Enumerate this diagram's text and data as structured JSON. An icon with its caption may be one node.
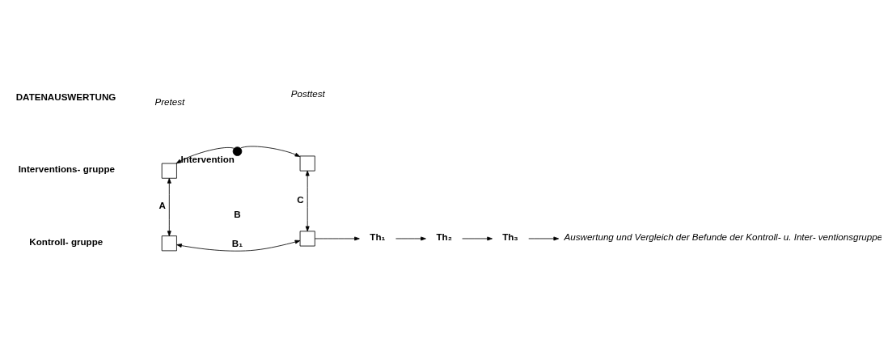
{
  "diagram": {
    "nodes": [
      {
        "text": [],
        "shape": "box"
      },
      {
        "text": [],
        "shape": "circle",
        "beside": [
          "Intervention"
        ]
      },
      {
        "text": [],
        "shape": "box"
      },
      {
        "text": [],
        "shape": "box"
      },
      {
        "text": [],
        "shape": "box"
      },
      {
        "text": [
          "Th₁"
        ]
      },
      {
        "text": [
          "Th₂"
        ]
      },
      {
        "text": [
          "Th₃"
        ]
      },
      {
        "text": [
          "Auswertung und Vergleich der Befunde der Kontroll- u. Inter- ventionsgruppe"
        ]
      }
    ],
    "edges": [
      {
        "from": 1,
        "to": 0,
        "arrow": "to"
      },
      {
        "from": 1,
        "to": 2,
        "arrow": "to"
      },
      {
        "from": 0,
        "to": 3,
        "arrow": "both",
        "label": "A"
      },
      {
        "from": 2,
        "to": 4,
        "arrow": "both",
        "label": "C"
      },
      {
        "from": 3,
        "to": 4,
        "arrow": "both",
        "label": "B₁"
      },
      {
        "from": 4,
        "to": 5,
        "arrow": "to"
      },
      {
        "from": 5,
        "to": 6,
        "arrow": "to"
      },
      {
        "from": 6,
        "to": 7,
        "arrow": "to"
      },
      {
        "from": 7,
        "to": 8,
        "arrow": "to"
      }
    ],
    "labels": [
      "Pretest",
      "Posttest",
      "DATENAUSWERTUNG",
      "Interventions- gruppe",
      "B",
      "Kontroll- gruppe"
    ]
  }
}
